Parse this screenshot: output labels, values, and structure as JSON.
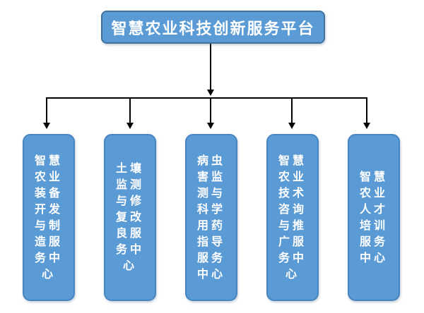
{
  "diagram": {
    "type": "org-chart",
    "root": {
      "label": "智慧农业科技创新服务平台"
    },
    "children": [
      {
        "label": "智慧农业装备开发与制造服务中心"
      },
      {
        "label": "土壤监测与修复改良服务中心"
      },
      {
        "label": "病虫害监测与科学用药指导服务中心"
      },
      {
        "label": "智慧农业技术咨询与推广服务中心"
      },
      {
        "label": "智慧农业人才培训服务中心"
      }
    ],
    "colors": {
      "box_fill": "#5b9bd5",
      "root_border": "#41719c",
      "child_border": "#4785c2",
      "connector": "#000000",
      "label_text": "#ffffff"
    }
  }
}
